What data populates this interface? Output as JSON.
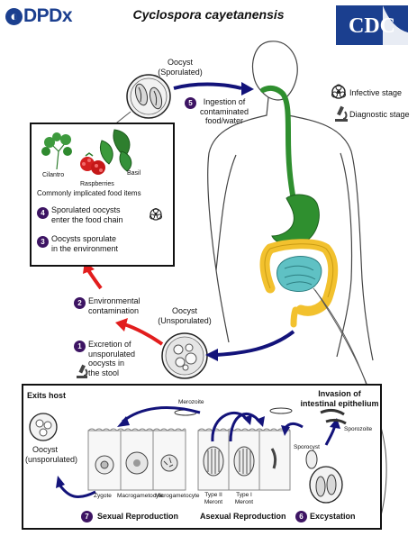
{
  "header": {
    "logo_left": "DPDx",
    "title": "Cyclospora cayetanensis",
    "logo_right": "CDC"
  },
  "legend": {
    "infective": "Infective stage",
    "diagnostic": "Diagnostic stage",
    "icons": [
      "biohazard-icon",
      "microscope-icon"
    ]
  },
  "oocyst_top": {
    "label_1": "Oocyst",
    "label_2": "(Sporulated)"
  },
  "food": {
    "cilantro": "Cilantro",
    "raspberries": "Raspberries",
    "basil": "Basil",
    "caption": "Commonly implicated food items"
  },
  "steps": {
    "s1": {
      "num": "1",
      "lines": [
        "Excretion of",
        "unsporulated",
        "oocysts in",
        "the stool"
      ]
    },
    "s2": {
      "num": "2",
      "lines": [
        "Environmental",
        "contamination"
      ]
    },
    "s3": {
      "num": "3",
      "lines": [
        "Oocysts sporulate",
        "in the environment"
      ]
    },
    "s4": {
      "num": "4",
      "lines": [
        "Sporulated oocysts",
        "enter the food chain"
      ]
    },
    "s5": {
      "num": "5",
      "lines": [
        "Ingestion of",
        "contaminated",
        "food/water"
      ]
    },
    "s6": {
      "num": "6",
      "label": "Excystation"
    },
    "s7": {
      "num": "7",
      "label": "Sexual Reproduction"
    },
    "asexual": "Asexual Reproduction"
  },
  "oocyst_mid": {
    "label_1": "Oocyst",
    "label_2": "(Unsporulated)"
  },
  "repro": {
    "exits_host": "Exits host",
    "oocyst_1": "Oocyst",
    "oocyst_2": "(unsporulated)",
    "invasion_1": "Invasion of",
    "invasion_2": "intestinal epithelium",
    "merozoite": "Merozoite",
    "sporozoite": "Sporozoite",
    "sporocyst": "Sporocyst",
    "zygote": "Zygote",
    "macrogametocyte": "Macrogametocyte",
    "microgametocyte": "Microgametocyte",
    "type2_1": "Type II",
    "type2_2": "Meront",
    "type1_1": "Type I",
    "type1_2": "Meront"
  },
  "colors": {
    "accent_purple": "#3d1463",
    "arrow_blue": "#13137a",
    "arrow_red": "#e21d1d",
    "intestine_green": "#2f8f2f",
    "colon_yellow": "#f2c12e",
    "small_intestine_teal": "#5fc1c4",
    "cdc_blue": "#1b3f8f"
  }
}
